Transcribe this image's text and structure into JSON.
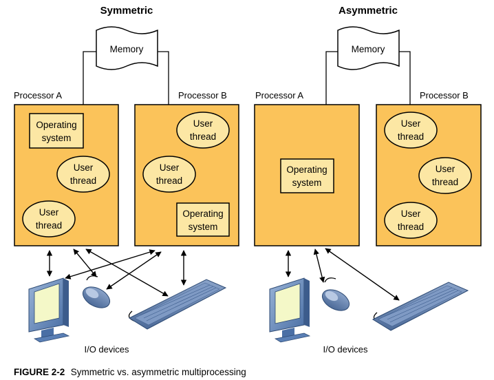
{
  "symmetric": {
    "title": "Symmetric",
    "memory": "Memory",
    "processor_a": "Processor A",
    "processor_b": "Processor B",
    "os_line1": "Operating",
    "os_line2": "system",
    "thread_line1": "User",
    "thread_line2": "thread",
    "io": "I/O devices"
  },
  "asymmetric": {
    "title": "Asymmetric",
    "memory": "Memory",
    "processor_a": "Processor A",
    "processor_b": "Processor B",
    "os_line1": "Operating",
    "os_line2": "system",
    "thread_line1": "User",
    "thread_line2": "thread",
    "io": "I/O devices"
  },
  "caption": {
    "label": "FIGURE 2-2",
    "text": "Symmetric vs. asymmetric multiprocessing"
  },
  "colors": {
    "processor": "#FBC35A",
    "inner_box": "#FCE7A4"
  }
}
